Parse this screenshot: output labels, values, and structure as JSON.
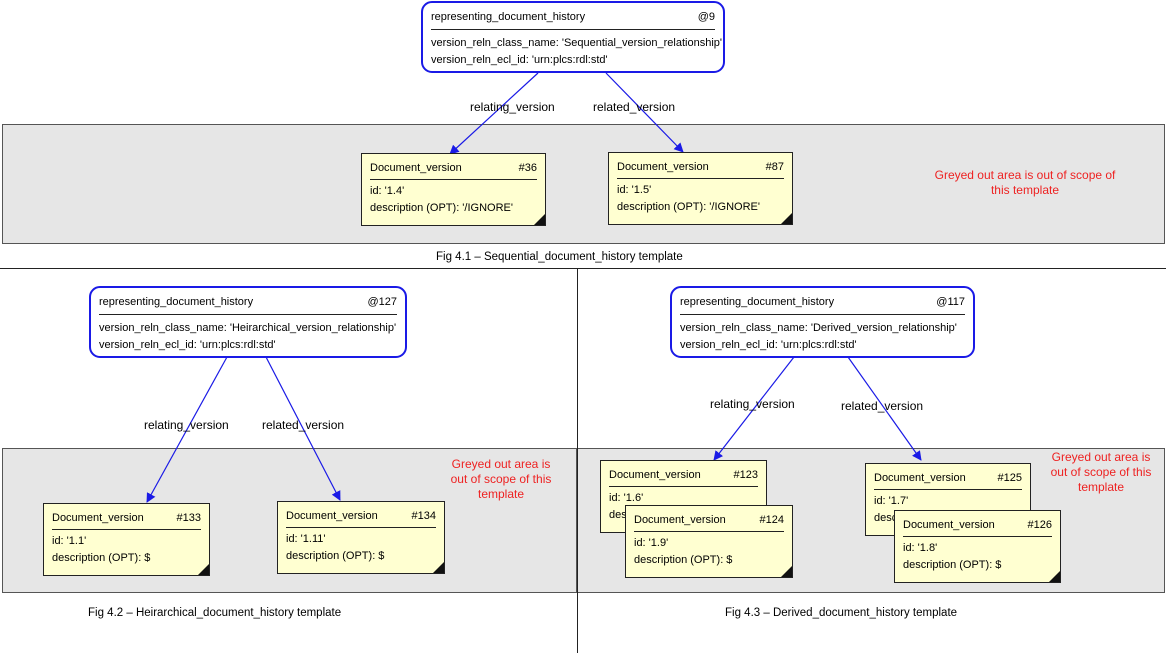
{
  "colors": {
    "template_border": "#1a1ae6",
    "arrow": "#1a1ae6",
    "note_fill": "#ffffd1",
    "scope_text": "#ee2222",
    "grey_area": "#e6e6e6"
  },
  "fig1": {
    "caption": "Fig 4.1 – Sequential_document_history template",
    "scope_note": "Greyed out area is out of scope of this template",
    "template": {
      "title": "representing_document_history",
      "ref": "@9",
      "attrs": [
        "version_reln_class_name: 'Sequential_version_relationship'",
        "version_reln_ecl_id: 'urn:plcs:rdl:std'"
      ]
    },
    "edge_left": "relating_version",
    "edge_right": "related_version",
    "notes": [
      {
        "title": "Document_version",
        "ref": "#36",
        "attrs": [
          "id: '1.4'",
          "description (OPT): '/IGNORE'"
        ]
      },
      {
        "title": "Document_version",
        "ref": "#87",
        "attrs": [
          "id: '1.5'",
          "description (OPT): '/IGNORE'"
        ]
      }
    ]
  },
  "fig2": {
    "caption": "Fig 4.2 – Heirarchical_document_history template",
    "scope_note": "Greyed out area is out of scope of this template",
    "template": {
      "title": "representing_document_history",
      "ref": "@127",
      "attrs": [
        "version_reln_class_name: 'Heirarchical_version_relationship'",
        "version_reln_ecl_id: 'urn:plcs:rdl:std'"
      ]
    },
    "edge_left": "relating_version",
    "edge_right": "related_version",
    "notes": [
      {
        "title": "Document_version",
        "ref": "#133",
        "attrs": [
          "id: '1.1'",
          "description (OPT): $"
        ]
      },
      {
        "title": "Document_version",
        "ref": "#134",
        "attrs": [
          "id: '1.11'",
          "description (OPT): $"
        ]
      }
    ]
  },
  "fig3": {
    "caption": "Fig 4.3 – Derived_document_history template",
    "scope_note": "Greyed out area is out of scope of this template",
    "template": {
      "title": "representing_document_history",
      "ref": "@117",
      "attrs": [
        "version_reln_class_name: 'Derived_version_relationship'",
        "version_reln_ecl_id: 'urn:plcs:rdl:std'"
      ]
    },
    "edge_left": "relating_version",
    "edge_right": "related_version",
    "notes": [
      {
        "title": "Document_version",
        "ref": "#123",
        "attrs": [
          "id: '1.6'",
          "desc"
        ]
      },
      {
        "title": "Document_version",
        "ref": "#124",
        "attrs": [
          "id: '1.9'",
          "description (OPT): $"
        ]
      },
      {
        "title": "Document_version",
        "ref": "#125",
        "attrs": [
          "id: '1.7'",
          "desc"
        ]
      },
      {
        "title": "Document_version",
        "ref": "#126",
        "attrs": [
          "id: '1.8'",
          "description (OPT): $"
        ]
      }
    ]
  }
}
